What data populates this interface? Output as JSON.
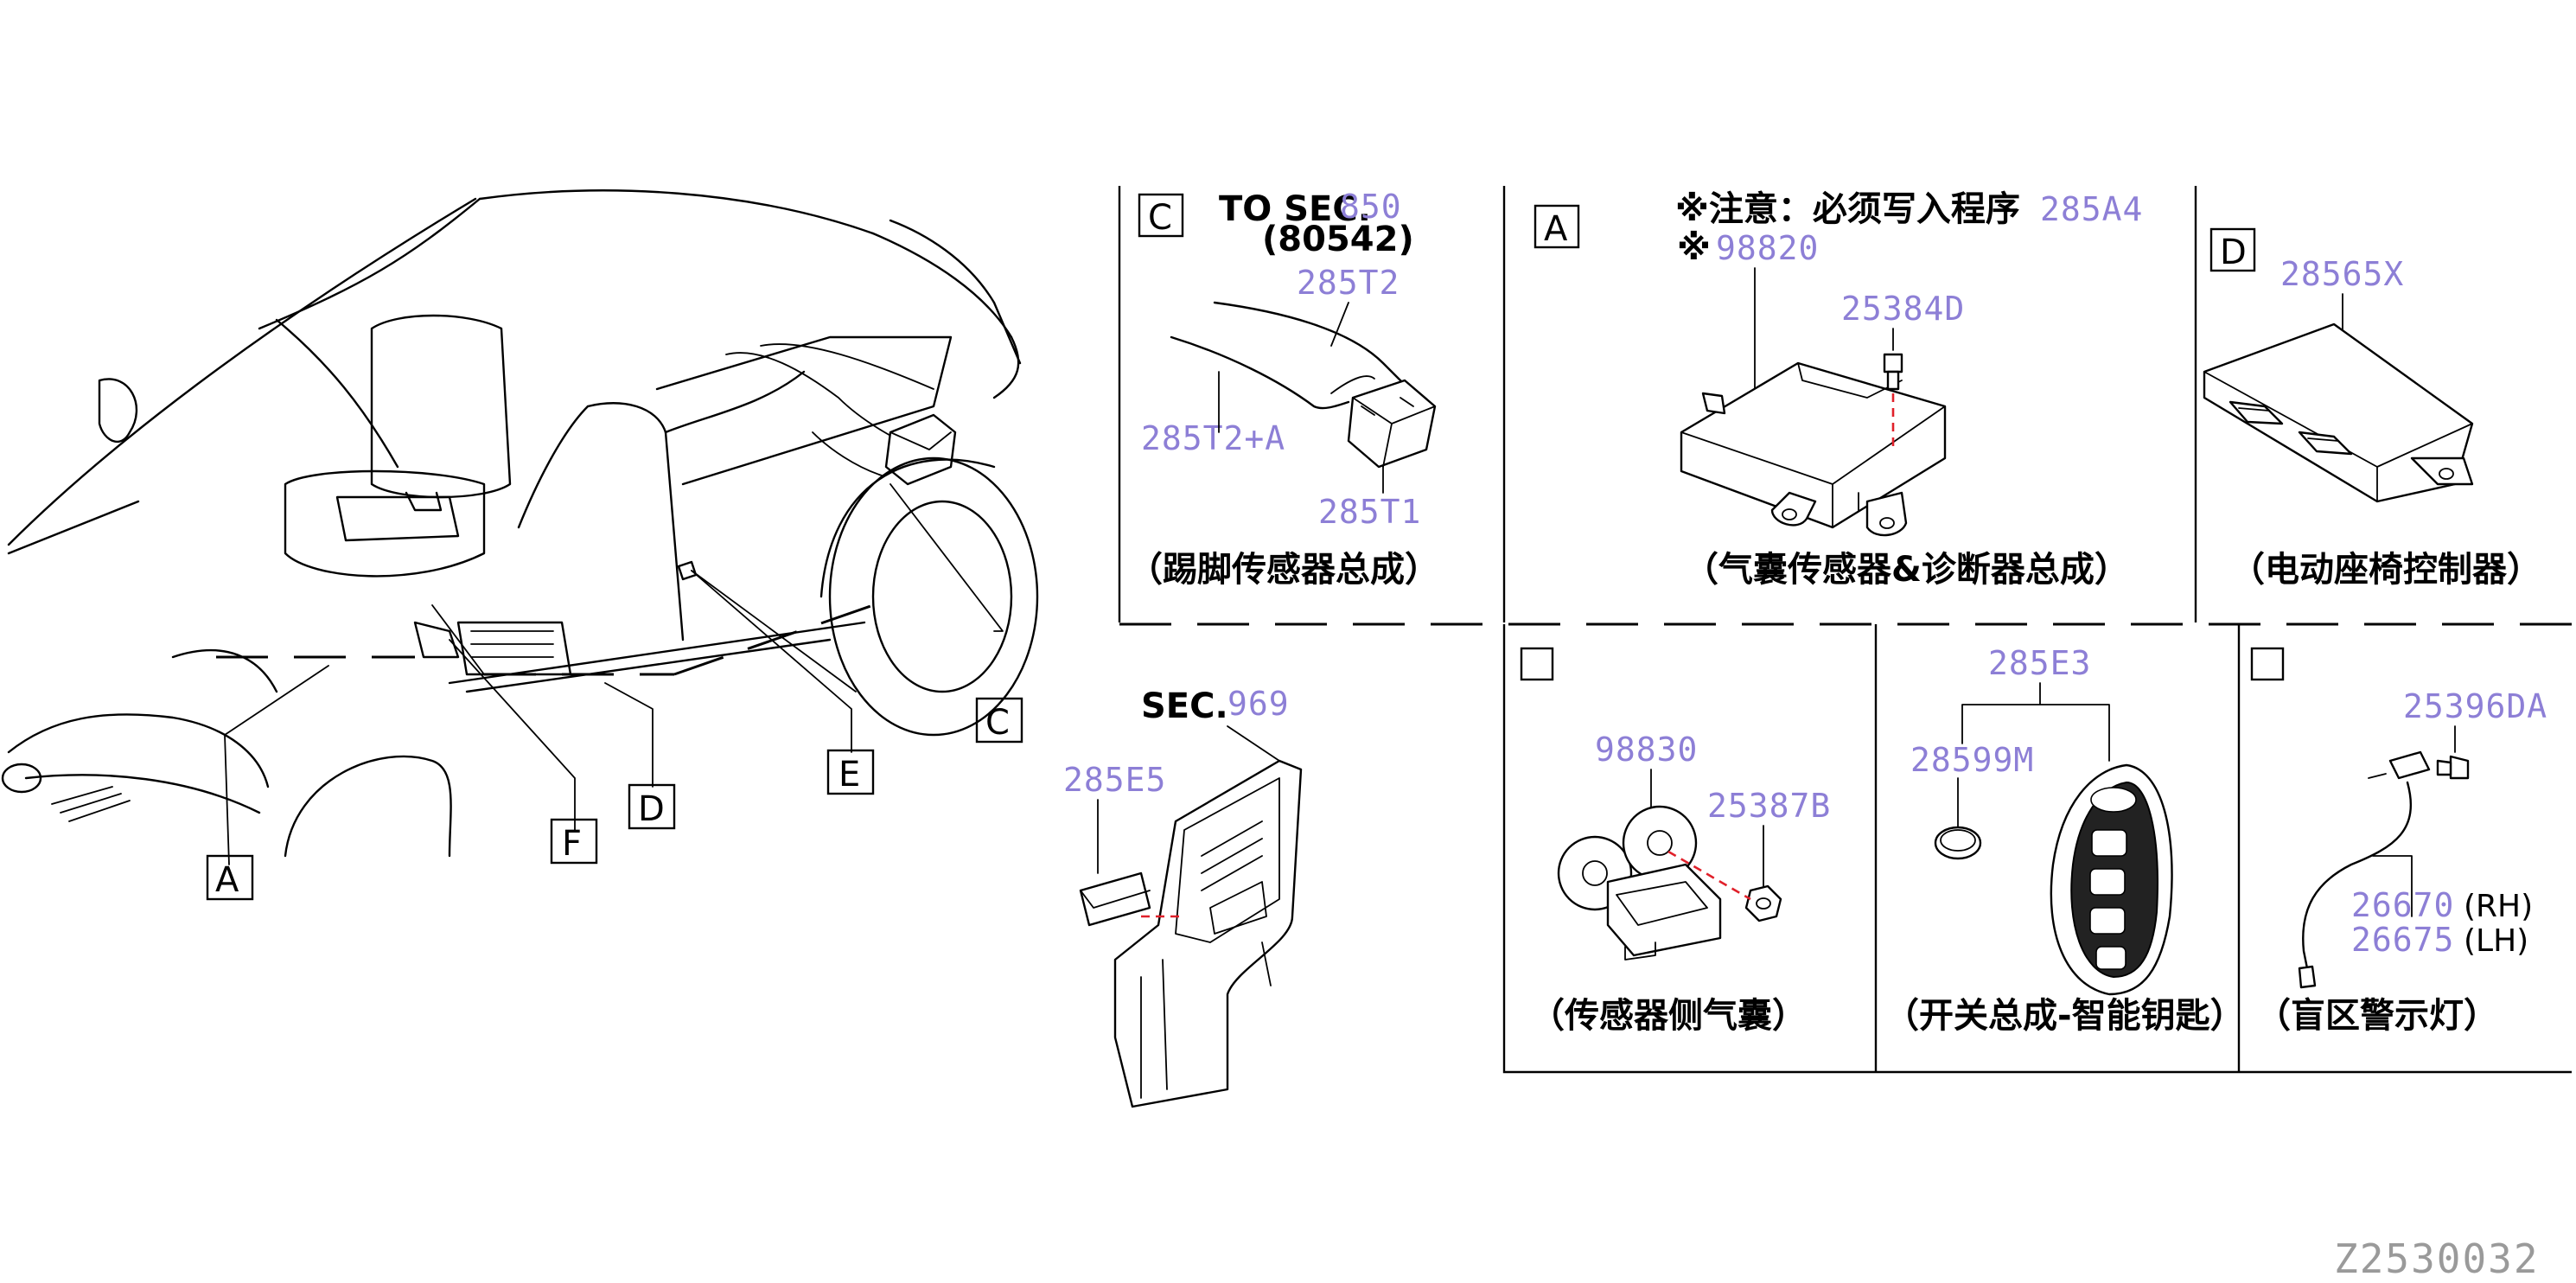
{
  "diagram": {
    "code": "Z2530032",
    "overview": {
      "callouts": [
        "A",
        "F",
        "D",
        "E",
        "C"
      ]
    },
    "panel_c": {
      "box": "C",
      "to_sec": "TO SEC.",
      "to_sec_num": "850",
      "to_sec_sub": "(80542)",
      "pn_top": "285T2",
      "pn_left": "285T2+A",
      "pn_module": "285T1",
      "caption": "（踢脚传感器总成）"
    },
    "panel_a": {
      "box": "A",
      "note": "※注意：必须写入程序",
      "note_pn": "285A4",
      "mark": "※",
      "pn_module": "98820",
      "pn_bolt": "25384D",
      "caption": "（气囊传感器&诊断器总成）"
    },
    "panel_d": {
      "box": "D",
      "pn_module": "28565X",
      "caption": "（电动座椅控制器）"
    },
    "panel_sec": {
      "sec": "SEC.",
      "sec_num": "969",
      "pn_part": "285E5"
    },
    "panel_f": {
      "pn_sensor": "98830",
      "pn_nut": "25387B",
      "caption": "（传感器侧气囊）"
    },
    "panel_key": {
      "pn_top": "285E3",
      "pn_battery": "28599M",
      "caption": "（开关总成-智能钥匙）"
    },
    "panel_e": {
      "pn_screw": "25396DA",
      "pn_rh": "26670",
      "rh": "(RH)",
      "pn_lh": "26675",
      "lh": "(LH)",
      "caption": "（盲区警示灯）"
    }
  }
}
